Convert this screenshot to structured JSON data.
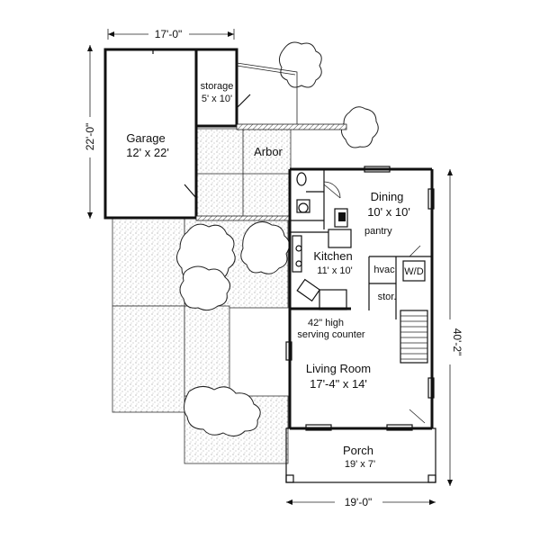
{
  "plan": {
    "dimensions": {
      "top_width": "17'-0\"",
      "left_height": "22'-0\"",
      "right_height": "40'-2\"",
      "bottom_width": "19'-0\""
    },
    "rooms": {
      "garage": {
        "name": "Garage",
        "size": "12' x 22'"
      },
      "storage": {
        "name": "storage",
        "size": "5' x 10'"
      },
      "arbor": {
        "name": "Arbor"
      },
      "dining": {
        "name": "Dining",
        "size": "10' x 10'"
      },
      "pantry": {
        "name": "pantry"
      },
      "kitchen": {
        "name": "Kitchen",
        "size": "11' x 10'"
      },
      "hvac": {
        "name": "hvac"
      },
      "washer_dryer": {
        "name": "W/D"
      },
      "stor": {
        "name": "stor."
      },
      "counter": {
        "line1": "42\" high",
        "line2": "serving counter"
      },
      "living": {
        "name": "Living Room",
        "size": "17'-4\" x 14'"
      },
      "porch": {
        "name": "Porch",
        "size": "19' x 7'"
      }
    }
  }
}
